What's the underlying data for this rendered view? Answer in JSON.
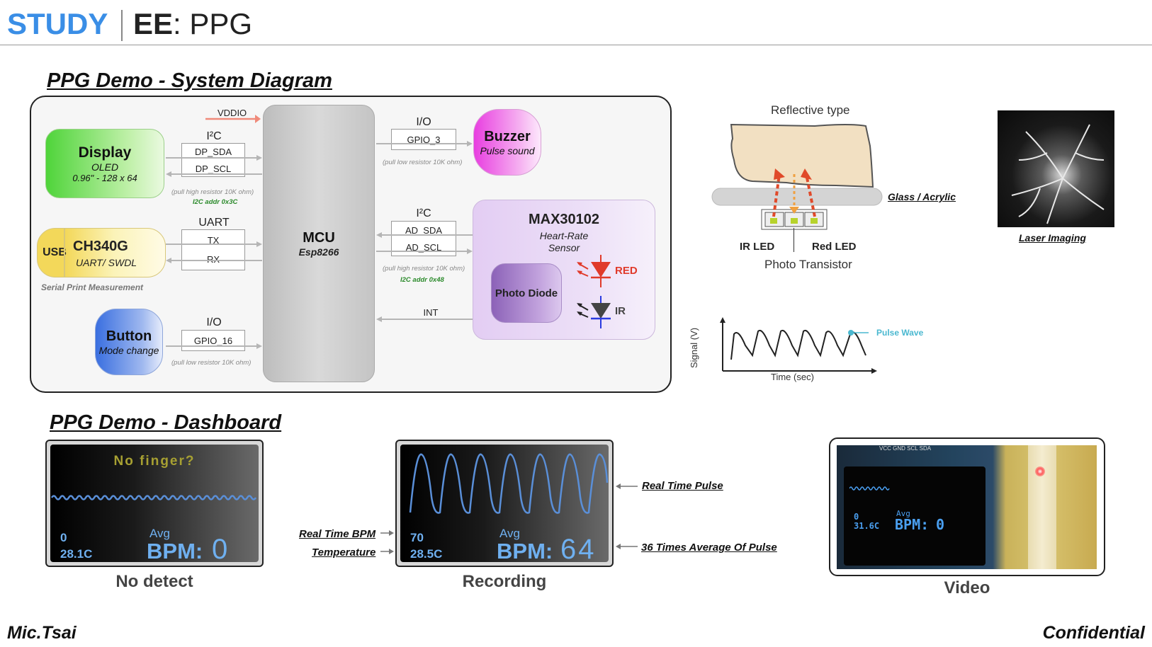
{
  "header": {
    "study": "STUDY",
    "ee": "EE",
    "topic": ": PPG"
  },
  "diagram": {
    "title": "PPG Demo - System Diagram",
    "vddio": "VDDIO",
    "display": {
      "title": "Display",
      "sub1": "OLED",
      "sub2": "0.96\" - 128 x 64"
    },
    "display_bus": {
      "label": "I²C",
      "sig1": "DP_SDA",
      "sig2": "DP_SCL",
      "note": "(pull high resistor 10K ohm)",
      "addr": "I2C addr 0x3C"
    },
    "usb": {
      "usb_label": "USB",
      "title": "CH340G",
      "sub": "UART/ SWDL",
      "note": "Serial Print Measurement"
    },
    "uart_bus": {
      "label": "UART",
      "sig1": "TX",
      "sig2": "RX"
    },
    "button": {
      "title": "Button",
      "sub": "Mode change"
    },
    "button_bus": {
      "label": "I/O",
      "sig1": "GPIO_16",
      "note": "(pull low resistor 10K ohm)"
    },
    "mcu": {
      "title": "MCU",
      "sub": "Esp8266"
    },
    "buzzer_bus": {
      "label": "I/O",
      "sig1": "GPIO_3",
      "note": "(pull low resistor 10K ohm)"
    },
    "buzzer": {
      "title": "Buzzer",
      "sub": "Pulse sound"
    },
    "sensor_bus": {
      "label": "I²C",
      "sig1": "AD_SDA",
      "sig2": "AD_SCL",
      "note": "(pull high resistor 10K ohm)",
      "addr": "I2C addr 0x48"
    },
    "int_label": "INT",
    "sensor": {
      "title": "MAX30102",
      "sub1": "Heart-Rate",
      "sub2": "Sensor",
      "diode": "Photo Diode",
      "red": "RED",
      "ir": "IR"
    }
  },
  "reflective": {
    "title": "Reflective type",
    "glass": "Glass / Acrylic",
    "ir_led": "IR LED",
    "red_led": "Red LED",
    "photo": "Photo Transistor"
  },
  "laser": {
    "caption": "Laser Imaging"
  },
  "pulse_chart": {
    "ylabel": "Signal (V)",
    "xlabel": "Time (sec)",
    "legend": "Pulse Wave"
  },
  "dashboard": {
    "title": "PPG Demo - Dashboard",
    "screen1": {
      "message": "No finger?",
      "bpm_value": "0",
      "temp": "28.1C",
      "avg": "Avg",
      "bpm_label": "BPM:",
      "bpm_avg": "0",
      "caption": "No detect"
    },
    "screen2": {
      "bpm_value": "70",
      "temp": "28.5C",
      "avg": "Avg",
      "bpm_label": "BPM:",
      "bpm_avg": "64",
      "caption": "Recording"
    },
    "annotations": {
      "realtime_bpm": "Real Time BPM",
      "temperature": "Temperature",
      "realtime_pulse": "Real Time Pulse",
      "avg_pulse": "36 Times Average Of Pulse"
    },
    "video": {
      "bpm_value": "0",
      "temp": "31.6C",
      "avg": "Avg",
      "bpm_label": "BPM:",
      "bpm_avg": "0",
      "caption": "Video",
      "pins": "VCC GND SCL SDA"
    }
  },
  "footer": {
    "author": "Mic.Tsai",
    "confidential": "Confidential"
  },
  "colors": {
    "accent": "#3a8ee6",
    "display": "#4fd43a",
    "usb": "#f3d85a",
    "button": "#3a6fe0",
    "buzzer": "#e83ee0",
    "sensor": "#e9d8f5",
    "led_red": "#e03a2a"
  }
}
